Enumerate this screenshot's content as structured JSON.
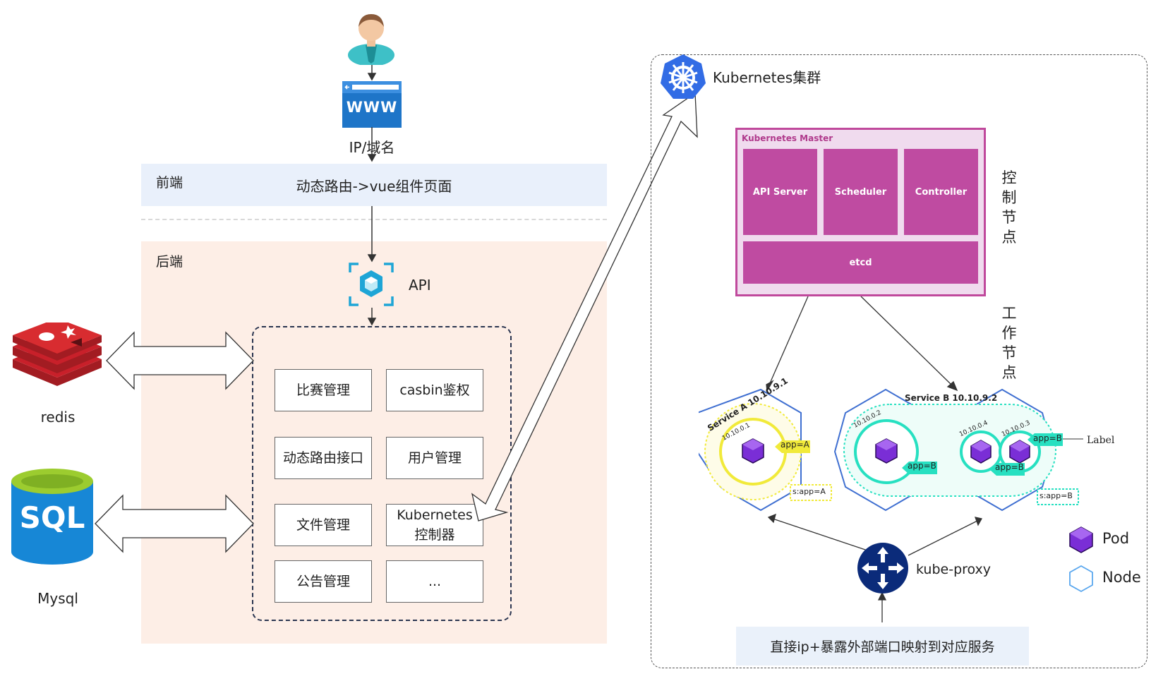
{
  "user_flow": {
    "domain_label": "IP/域名",
    "browser_text": "WWW"
  },
  "frontend": {
    "zone_label": "前端",
    "content": "动态路由->vue组件页面"
  },
  "backend": {
    "zone_label": "后端",
    "api_label": "API",
    "modules": [
      "比赛管理",
      "casbin鉴权",
      "动态路由接口",
      "用户管理",
      "文件管理",
      "Kubernetes\n控制器",
      "公告管理",
      "..."
    ]
  },
  "storage": {
    "redis_label": "redis",
    "mysql_label": "Mysql",
    "sql_text": "SQL"
  },
  "k8s": {
    "title": "Kubernetes集群",
    "master": {
      "title": "Kubernetes Master",
      "api_server": "API Server",
      "scheduler": "Scheduler",
      "controller": "Controller",
      "etcd": "etcd"
    },
    "control_node_label": "控制节点",
    "worker_node_label": "工作节点",
    "service_a": "Service A 10.10.9.1",
    "service_b": "Service B 10.10.9.2",
    "ip_a": "10.10.0.1",
    "ip_b1": "10.10.0.2",
    "ip_b2": "10.10.0.4",
    "ip_b3": "10.10.0.3",
    "app_a": "app=A",
    "app_b": "app=B",
    "selector_a": "s:app=A",
    "selector_b": "s:app=B",
    "label_annotation": "Label",
    "kube_proxy": "kube-proxy",
    "external_access": "直接ip+暴露外部端口映射到对应服务",
    "legend": {
      "pod": "Pod",
      "node": "Node"
    }
  },
  "colors": {
    "master_fill": "#bf4ba1",
    "master_border": "#c0499c",
    "k8s_blue": "#326ce5",
    "hex_border": "#3f6fd1",
    "pod_purple": "#7a2ed6",
    "yellow": "#f1ea3a",
    "teal": "#27e0c1",
    "redis_red": "#c8202a",
    "sql_blue": "#1787d6",
    "sql_green": "#9ccc2f"
  }
}
